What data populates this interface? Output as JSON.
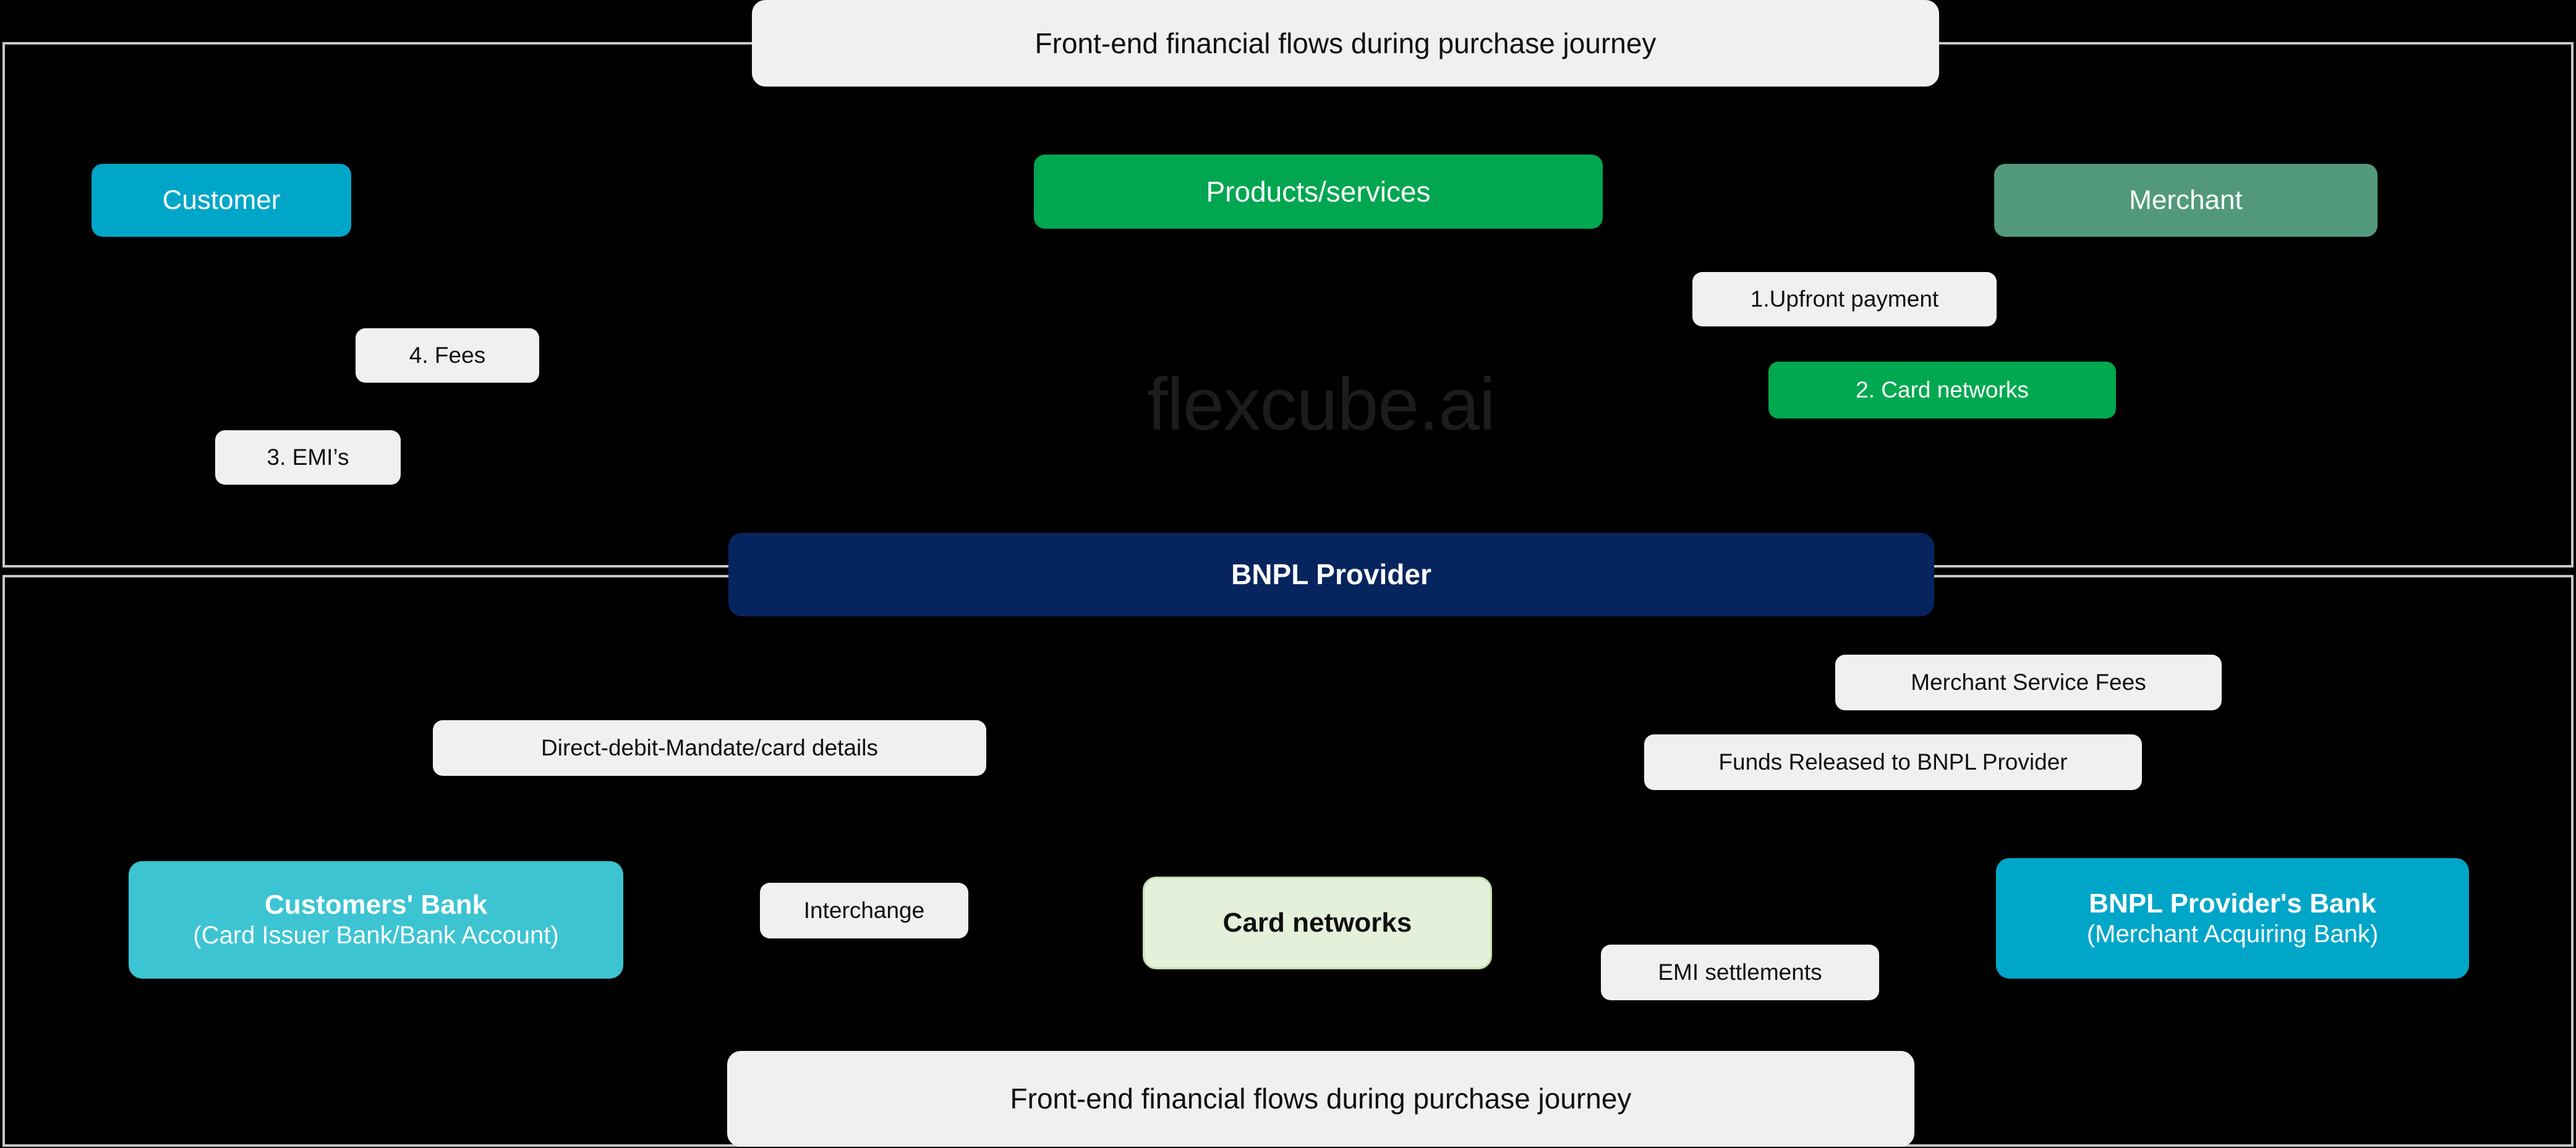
{
  "diagram": {
    "title": "Front-end financial flows during purchase journey",
    "watermark": "flexcube.ai",
    "caption_top": "Front-end financial flows during purchase journey",
    "caption_bottom": "Front-end financial flows during purchase journey"
  },
  "colors": {
    "background": "#000000",
    "panel_border": "#c8c8c8",
    "customer": "#00a6c8",
    "products": "#00a650",
    "merchant": "#52997c",
    "bnpl_provider": "#06245e",
    "customers_bank": "#3cc4d2",
    "card_networks": "#e4f0da",
    "bnpl_bank": "#00a6c8",
    "chip": "#f0f0f0",
    "chip_green": "#00a84f",
    "watermark": "#1c1c1c"
  },
  "nodes": {
    "customer": {
      "label": "Customer"
    },
    "products": {
      "label": "Products/services"
    },
    "merchant": {
      "label": "Merchant"
    },
    "bnpl_provider": {
      "label": "BNPL Provider"
    },
    "customers_bank": {
      "label": "Customers' Bank",
      "sub": "(Card Issuer Bank/Bank Account)"
    },
    "card_networks": {
      "label": "Card networks"
    },
    "bnpl_bank": {
      "label": "BNPL Provider's Bank",
      "sub": "(Merchant Acquiring Bank)"
    }
  },
  "flows": {
    "fees": "4. Fees",
    "emi": "3. EMI’s",
    "upfront_payment": "1.Upfront payment",
    "card_networks_step": "2. Card networks",
    "merchant_service_fees": "Merchant Service Fees",
    "funds_released": "Funds Released to BNPL Provider",
    "mandate": "Direct-debit-Mandate/card details",
    "interchange": "Interchange",
    "emi_settlements": "EMI settlements"
  }
}
